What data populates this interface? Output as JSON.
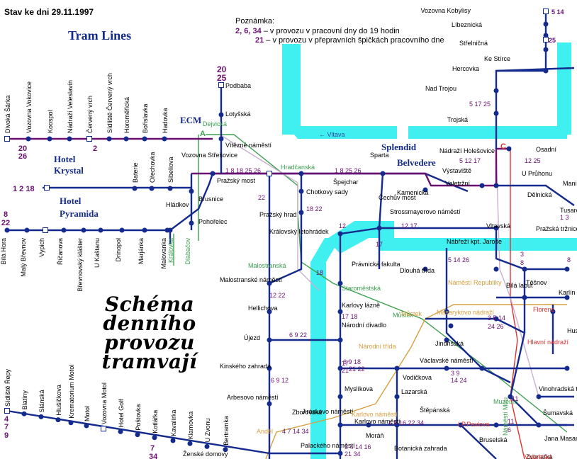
{
  "header": {
    "date_label": "Stav ke dni  29.11.1997",
    "note_title": "Poznámka:",
    "note_line1_lines": "2, 6, 34",
    "note_line1_text": " – v provozu v pracovní dny do 19 hodin",
    "note_line2_lines": "21",
    "note_line2_text": " – v provozu v přepravních špičkách pracovního dne"
  },
  "title": "Tram Lines",
  "schema_title": [
    "Schéma",
    "denního",
    "provozu",
    "tramvají"
  ],
  "hotels": [
    "Hotel",
    "Krystal",
    "Hotel",
    "Pyramida",
    "ECM",
    "Splendid",
    "Belvedere"
  ],
  "colors": {
    "tram": "#142a8c",
    "tram_purple": "#6a1070",
    "river": "#40f0f0",
    "metro_a": "#3ca050",
    "metro_b": "#d8a040",
    "metro_c": "#e03030",
    "tracks": "#c9b0d0"
  },
  "metro": {
    "A": "A",
    "C": "C",
    "stations_green": [
      "Dejvická",
      "Hradčanská",
      "Malostranská",
      "Staroměstská",
      "Můstek",
      "Muzeum",
      "Náměstí Míru"
    ],
    "stations_orange": [
      "Náměstí Republiky",
      "Můstek",
      "Národní třída",
      "Karlovo náměstí",
      "Anděl",
      "Masarykovo nádraží"
    ],
    "stations_red": [
      "Florenc",
      "Hlavní nádraží",
      "I.P.Pavlova",
      "Vyšehrad"
    ]
  },
  "labels": {
    "west_verticals": [
      "Divoká Šárka",
      "Vozovna Vokovice",
      "Koospol",
      "Nádraží Veleslavín",
      "Červený vrch",
      "Sídliště Červený vrch",
      "Horoměřická",
      "Bořislavka",
      "Hadovka",
      "Baterie",
      "Ořechovka",
      "Sibeliova"
    ],
    "west_numbers": [
      "20",
      "26",
      "2",
      "1 2 18",
      "8",
      "22"
    ],
    "bottom_verticals_left": [
      "Bílá Hora",
      "Malý Břevnov",
      "Vypich",
      "Říčanova",
      "Břevnovský klášter",
      "U Kaštanu",
      "Drinopol",
      "Marjánka",
      "Malovanka",
      "Královka",
      "Dlabačov"
    ],
    "bottom_verticals_sw": [
      "Sídliště Řepy",
      "Blatiny",
      "Slánská",
      "Hlušičkova",
      "Krematorium Motol",
      "Motol",
      "Vozovna Motol",
      "Hotel Golf",
      "Poštovka",
      "Kotlářka",
      "Kavalírka",
      "Klamovka",
      "U Zvonu",
      "Bertramka"
    ],
    "sw_numbers": [
      "4",
      "7",
      "9",
      "7",
      "34"
    ],
    "center": [
      "Podbaba",
      "Lotyšská",
      "Vítězné náměstí",
      "Vozovna Střešovice",
      "Pražský most",
      "Brusnice",
      "Hládkov",
      "Pohořelec",
      "Pražský hrad",
      "Královský letohrádek",
      "Chotkovy sady",
      "Špejchar",
      "Sparta",
      "Čechův most",
      "Kamenická",
      "Strossmayerovo náměstí",
      "Výstaviště",
      "Veletržní",
      "Nádraží Holešovice",
      "Nábřeží kpt. Jaroše",
      "Vltavská",
      "Malostranské náměstí",
      "Hellichova",
      "Újezd",
      "Kinského zahrada",
      "Arbesovo náměstí",
      "Zborovská",
      "Jiráskovo náměstí",
      "Palackého náměstí",
      "Karlovo náměstí",
      "Moráň",
      "Botanická zahrada",
      "Lazarská",
      "Vodičkova",
      "Václavské náměstí",
      "Jindřišská",
      "Štěpánská",
      "Bruselská",
      "Karlovy lázně",
      "Národní divadlo",
      "Právnická fakulta",
      "Dlouhá třída",
      "Bílá labuť",
      "Těšnov",
      "Karlín",
      "Husinecká",
      "Vinohradská tržnice",
      "Šumavská",
      "Jana Masaryka",
      "Zvonařka",
      "Ženské domovy",
      "Myslíkova",
      "Vozovna Kobylisy",
      "Líbeznická",
      "Střelničná",
      "Ke Stírce",
      "Hercovka",
      "Nad Trojou",
      "Trojská",
      "Osadní",
      "U Průhonu",
      "Dělnická",
      "Tusarova",
      "Pražská tržnice",
      "Maniny"
    ],
    "river_label": "← Vltava",
    "numbers": [
      "20",
      "25",
      "1 8 18 25 26",
      "1 8 25 26",
      "22",
      "18 22",
      "12",
      "12 17",
      "17",
      "18",
      "12 22",
      "17 18",
      "6 9 22",
      "6 9 18",
      "21 22",
      "17",
      "21",
      "6 9 12",
      "4 7 14 34",
      "3 4 14 16",
      "21 34",
      "4 6 16 22 34",
      "3 9",
      "14 24",
      "3 5 14",
      "24 26",
      "5 14 26",
      "5 12 17",
      "12 25",
      "5 17 25",
      "5 14",
      "25",
      "3",
      "8",
      "1 3",
      "11",
      "6",
      "11",
      "8"
    ]
  }
}
